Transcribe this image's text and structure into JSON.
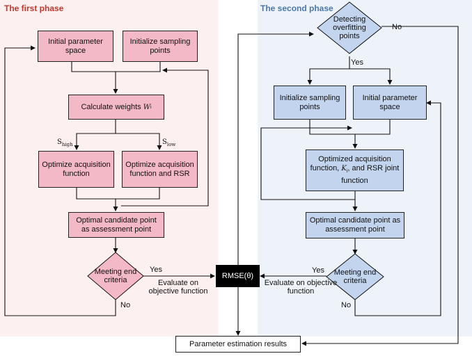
{
  "left_phase": {
    "title": "The first phase",
    "title_color": "#c0392b",
    "nodes": {
      "init_param_space": "Initial parameter space",
      "init_sampling": "Initialize sampling points",
      "calc_weights": "Calculate weights",
      "calc_weights_var": "W",
      "calc_weights_sub": "i",
      "opt_acq": "Optimize acquisition function",
      "opt_acq_rsr": "Optimize acquisition function and RSR",
      "optimal_candidate": "Optimal candidate point as assessment point",
      "meeting_end": "Meeting end criteria"
    },
    "labels": {
      "s_high": "S",
      "s_high_sub": "high",
      "s_low": "S",
      "s_low_sub": "low",
      "yes": "Yes",
      "no": "No",
      "evaluate": "Evaluate on objective function"
    }
  },
  "right_phase": {
    "title": "The second phase",
    "title_color": "#4a78ab",
    "nodes": {
      "detecting": "Detecting overfitting points",
      "init_sampling": "Initialize sampling points",
      "init_param_space": "Initial parameter space",
      "opt_joint_a": "Optimized acquisition function,",
      "opt_joint_var": "K",
      "opt_joint_sub": "i",
      "opt_joint_b": ", and RSR joint function",
      "optimal_candidate": "Optimal candidate point as assessment point",
      "meeting_end": "Meeting end criteria"
    },
    "labels": {
      "yes_top": "Yes",
      "no_top": "No",
      "yes": "Yes",
      "no": "No",
      "evaluate": "Evaluate on objective function"
    }
  },
  "center": {
    "rmse": "RMSE(θ)",
    "results": "Parameter estimation results"
  },
  "colors": {
    "pink_node": "#f4b9c7",
    "blue_node": "#c3d5ee",
    "left_bg": "#fdf0f0",
    "right_bg": "#eef3f9"
  }
}
